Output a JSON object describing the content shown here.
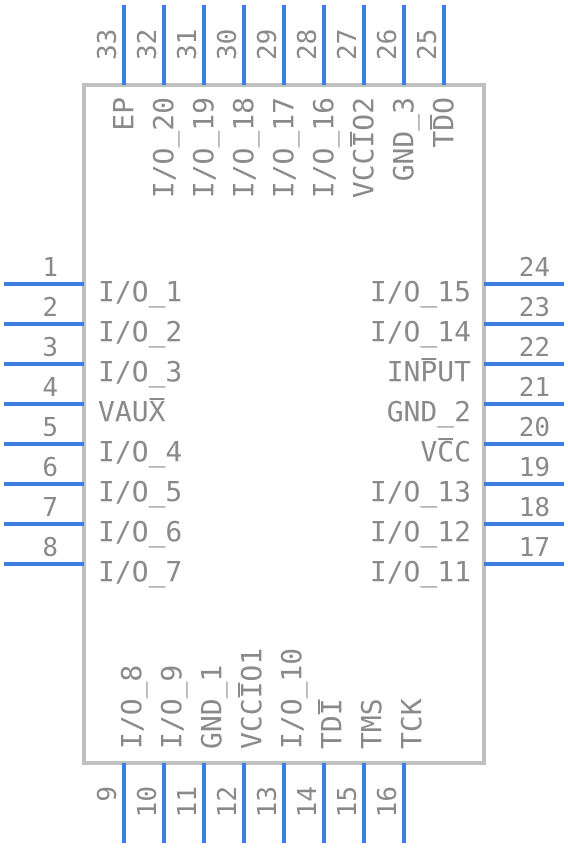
{
  "diagram": {
    "pins_left": [
      {
        "num": "1",
        "name": "I/O_1"
      },
      {
        "num": "2",
        "name": "I/O_2"
      },
      {
        "num": "3",
        "name": "I/O_3"
      },
      {
        "num": "4",
        "name": "VAUX",
        "overline": "X"
      },
      {
        "num": "5",
        "name": "I/O_4"
      },
      {
        "num": "6",
        "name": "I/O_5"
      },
      {
        "num": "7",
        "name": "I/O_6"
      },
      {
        "num": "8",
        "name": "I/O_7"
      }
    ],
    "pins_bottom": [
      {
        "num": "9",
        "name": "I/O_8"
      },
      {
        "num": "10",
        "name": "I/O_9"
      },
      {
        "num": "11",
        "name": "GND_1"
      },
      {
        "num": "12",
        "name": "VCCIO1",
        "overline": "I"
      },
      {
        "num": "13",
        "name": "I/O_10"
      },
      {
        "num": "14",
        "name": "TDI",
        "overline": "I"
      },
      {
        "num": "15",
        "name": "TMS"
      },
      {
        "num": "16",
        "name": "TCK"
      }
    ],
    "pins_right": [
      {
        "num": "17",
        "name": "I/O_11"
      },
      {
        "num": "18",
        "name": "I/O_12"
      },
      {
        "num": "19",
        "name": "I/O_13"
      },
      {
        "num": "20",
        "name": "VCC",
        "overline": "C"
      },
      {
        "num": "21",
        "name": "GND_2"
      },
      {
        "num": "22",
        "name": "INPUT",
        "overline": "P"
      },
      {
        "num": "23",
        "name": "I/O_14"
      },
      {
        "num": "24",
        "name": "I/O_15"
      }
    ],
    "pins_top": [
      {
        "num": "25",
        "name": "TDO",
        "overline": "D"
      },
      {
        "num": "26",
        "name": "GND_3"
      },
      {
        "num": "27",
        "name": "VCCIO2",
        "overline": "I"
      },
      {
        "num": "28",
        "name": "I/O_16"
      },
      {
        "num": "29",
        "name": "I/O_17"
      },
      {
        "num": "30",
        "name": "I/O_18"
      },
      {
        "num": "31",
        "name": "I/O_19"
      },
      {
        "num": "32",
        "name": "I/O_20"
      },
      {
        "num": "33",
        "name": "EP"
      }
    ],
    "colors": {
      "outline": "#c0c0c0",
      "pin": "#3b7fe0",
      "text": "#8a8a8a"
    }
  }
}
